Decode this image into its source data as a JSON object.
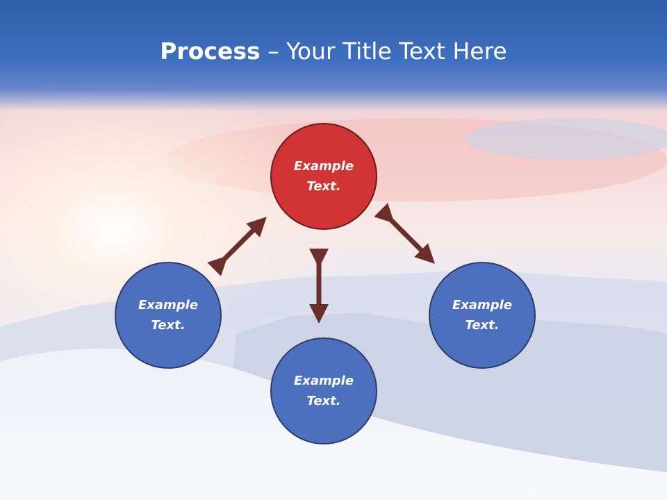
{
  "title": {
    "bold": "Process",
    "rest": " – Your Title Text Here"
  },
  "nodes": {
    "top": "Example\nText.",
    "left": "Example\nText.",
    "right": "Example\nText.",
    "bottom": "Example\nText."
  },
  "colors": {
    "accent_node": "#d03434",
    "node": "#4c70be",
    "arrow": "#6b2e2a"
  }
}
